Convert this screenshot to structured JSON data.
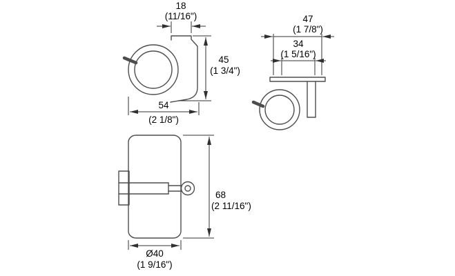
{
  "colors": {
    "background": "#ffffff",
    "object_line": "#4d4d4d",
    "dimension_line": "#303030",
    "text": "#000000"
  },
  "side_view": {
    "stem_width": {
      "mm": "18",
      "inches": "(11/16\")"
    },
    "height": {
      "mm": "45",
      "inches": "(1 3/4\")"
    },
    "overall_width": {
      "mm": "54",
      "inches": "(2 1/8\")"
    }
  },
  "top_view": {
    "plate_width": {
      "mm": "47",
      "inches": "(1 7/8\")"
    },
    "inner_spacing": {
      "mm": "34",
      "inches": "(1 5/16\")"
    }
  },
  "wheel_view": {
    "overall_height": {
      "mm": "68",
      "inches": "(2 11/16\")"
    },
    "wheel_diameter": {
      "mm": "Ø40",
      "inches": "(1 9/16\")"
    }
  }
}
